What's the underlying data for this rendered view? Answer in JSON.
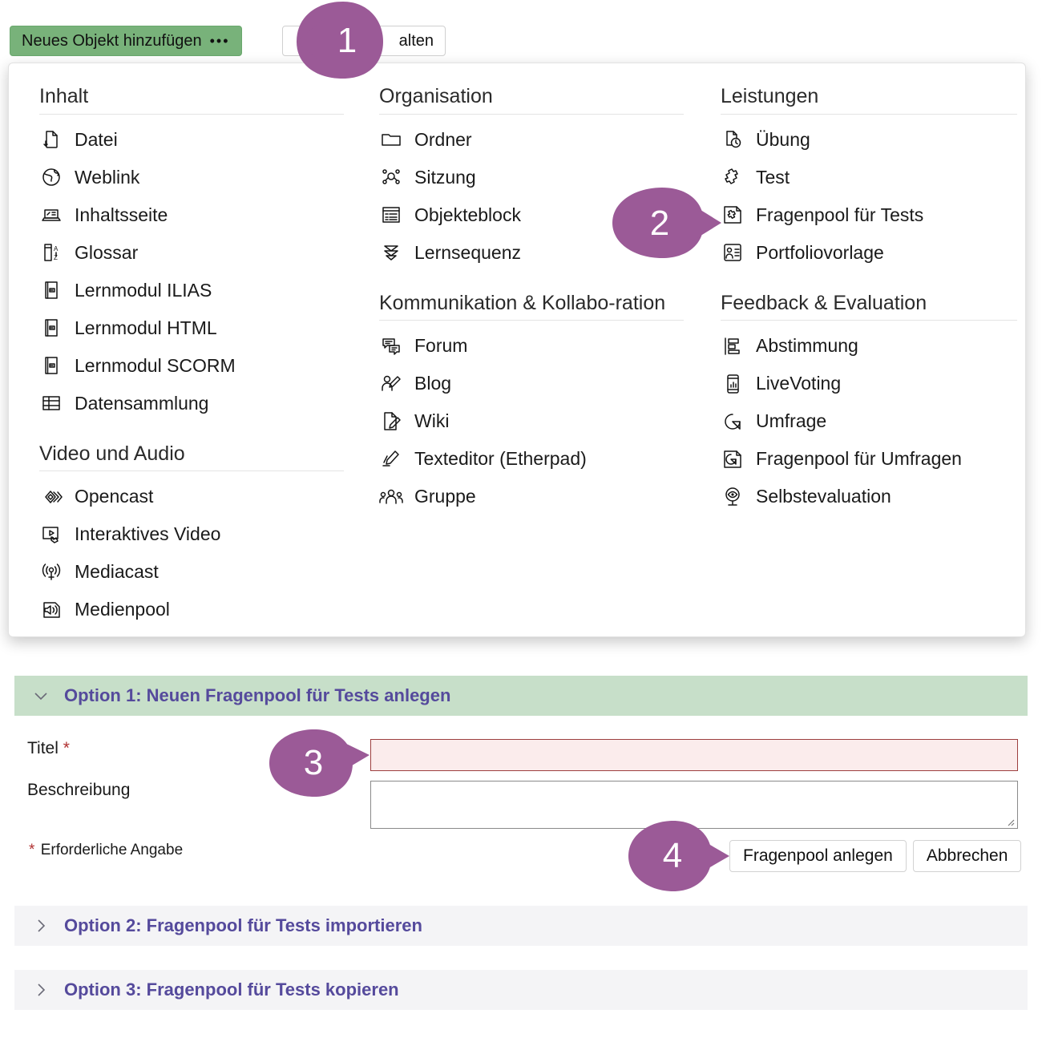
{
  "toolbar": {
    "add_button_label": "Neues Objekt hinzufügen",
    "add_button_dots": "•••",
    "secondary_button_label": "alten"
  },
  "dropdown": {
    "groups": [
      {
        "column": 1,
        "title": "Inhalt",
        "items": [
          {
            "label": "Datei",
            "icon": "file-download-icon"
          },
          {
            "label": "Weblink",
            "icon": "globe-icon"
          },
          {
            "label": "Inhaltsseite",
            "icon": "content-page-icon"
          },
          {
            "label": "Glossar",
            "icon": "glossary-az-icon"
          },
          {
            "label": "Lernmodul ILIAS",
            "icon": "learning-module-icon"
          },
          {
            "label": "Lernmodul HTML",
            "icon": "learning-module-icon"
          },
          {
            "label": "Lernmodul SCORM",
            "icon": "learning-module-icon"
          },
          {
            "label": "Datensammlung",
            "icon": "table-icon"
          }
        ]
      },
      {
        "column": 1,
        "title": "Video und Audio",
        "items": [
          {
            "label": "Opencast",
            "icon": "opencast-diamond-icon"
          },
          {
            "label": "Interaktives Video",
            "icon": "interactive-video-icon"
          },
          {
            "label": "Mediacast",
            "icon": "broadcast-icon"
          },
          {
            "label": "Medienpool",
            "icon": "speaker-icon"
          }
        ]
      },
      {
        "column": 2,
        "title": "Organisation",
        "items": [
          {
            "label": "Ordner",
            "icon": "folder-icon"
          },
          {
            "label": "Sitzung",
            "icon": "session-nodes-icon"
          },
          {
            "label": "Objekteblock",
            "icon": "object-block-icon"
          },
          {
            "label": "Lernsequenz",
            "icon": "learning-sequence-icon"
          }
        ]
      },
      {
        "column": 2,
        "title": "Kommunikation & Kollabo-ration",
        "items": [
          {
            "label": "Forum",
            "icon": "forum-icon"
          },
          {
            "label": "Blog",
            "icon": "blog-icon"
          },
          {
            "label": "Wiki",
            "icon": "wiki-icon"
          },
          {
            "label": "Texteditor (Etherpad)",
            "icon": "etherpad-icon"
          },
          {
            "label": "Gruppe",
            "icon": "group-icon"
          }
        ]
      },
      {
        "column": 3,
        "title": "Leistungen",
        "items": [
          {
            "label": "Übung",
            "icon": "exercise-clock-icon"
          },
          {
            "label": "Test",
            "icon": "puzzle-icon"
          },
          {
            "label": "Fragenpool für Tests",
            "icon": "question-pool-icon"
          },
          {
            "label": "Portfoliovorlage",
            "icon": "portfolio-template-icon"
          }
        ]
      },
      {
        "column": 3,
        "title": "Feedback & Evaluation",
        "items": [
          {
            "label": "Abstimmung",
            "icon": "poll-icon"
          },
          {
            "label": "LiveVoting",
            "icon": "livevoting-phone-icon"
          },
          {
            "label": "Umfrage",
            "icon": "survey-pie-icon"
          },
          {
            "label": "Fragenpool für Umfragen",
            "icon": "survey-pool-icon"
          },
          {
            "label": "Selbstevaluation",
            "icon": "self-evaluation-eye-icon"
          }
        ]
      }
    ]
  },
  "form": {
    "option1_header": "Option 1: Neuen Fragenpool für Tests anlegen",
    "option2_header": "Option 2: Fragenpool für Tests importieren",
    "option3_header": "Option 3: Fragenpool für Tests kopieren",
    "title_label": "Titel",
    "required_mark": "*",
    "description_label": "Beschreibung",
    "title_value": "",
    "description_value": "",
    "required_hint": "Erforderliche Angabe",
    "submit_label": "Fragenpool anlegen",
    "cancel_label": "Abbrechen"
  },
  "badges": [
    {
      "number": "1"
    },
    {
      "number": "2"
    },
    {
      "number": "3"
    },
    {
      "number": "4"
    }
  ],
  "colors": {
    "accent_green": "#78b27a",
    "panel_green": "#c7dfc9",
    "badge_purple": "#9b5a97",
    "header_text": "#554a9c",
    "error_border": "#9d3f3f",
    "error_bg": "#fbecec"
  }
}
